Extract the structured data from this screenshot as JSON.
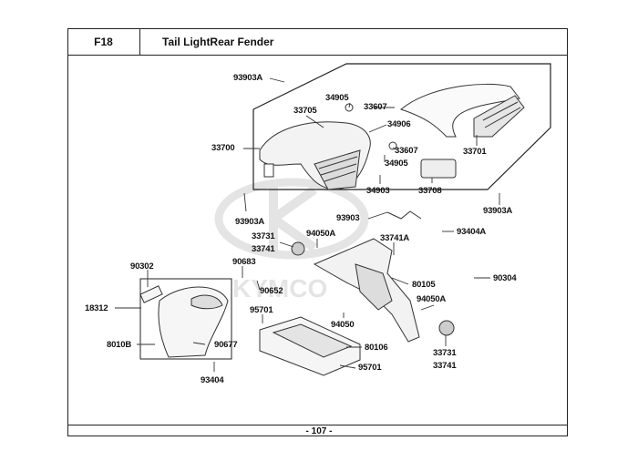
{
  "header": {
    "code": "F18",
    "title": "Tail LightRear Fender"
  },
  "watermark": "KYMCO",
  "footer": {
    "page": "- 107 -"
  },
  "parts": {
    "p93903A_top": "93903A",
    "p34905_top": "34905",
    "p33705": "33705",
    "p33607_top": "33607",
    "p34906": "34906",
    "p33700": "33700",
    "p33607_mid": "33607",
    "p34905_mid": "34905",
    "p33701": "33701",
    "p34903": "34903",
    "p33708": "33708",
    "p93903A_left": "93903A",
    "p93903A_right": "93903A",
    "p93903": "93903",
    "p93404A": "93404A",
    "p33731_top": "33731",
    "p33741_top": "33741",
    "p94050A_top": "94050A",
    "p33741A": "33741A",
    "p90683": "90683",
    "p90302": "90302",
    "p80105": "80105",
    "p90304": "90304",
    "p90652": "90652",
    "p18312": "18312",
    "p94050A_low": "94050A",
    "p95701_left": "95701",
    "p94050": "94050",
    "p8010B": "8010B",
    "p90677": "90677",
    "p80106": "80106",
    "p33731_low": "33731",
    "p33741_low": "33741",
    "p95701_low": "95701",
    "p93404": "93404"
  }
}
